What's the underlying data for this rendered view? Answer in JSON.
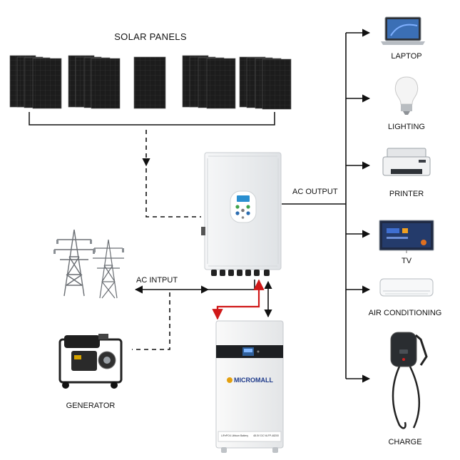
{
  "solar": {
    "title": "SOLAR PANELS"
  },
  "inverter": {
    "output_label": "AC OUTPUT",
    "input_label": "AC  INTPUT"
  },
  "generator": {
    "label": "GENERATOR"
  },
  "battery": {
    "brand": "MICROMALL",
    "spec_left": "LiFePO4 Lithium Battery",
    "spec_right": "48.0V DC  NLFP-48200"
  },
  "loads": [
    {
      "label": "LAPTOP"
    },
    {
      "label": "LIGHTING"
    },
    {
      "label": "PRINTER"
    },
    {
      "label": "TV"
    },
    {
      "label": "AIR CONDITIONING"
    },
    {
      "label": "CHARGE"
    }
  ],
  "colors": {
    "line": "#111111",
    "red_cable": "#d01818",
    "panel": "#1b1b1b",
    "inverter_body": "#eceef0",
    "battery_body": "#f1f2f3"
  }
}
